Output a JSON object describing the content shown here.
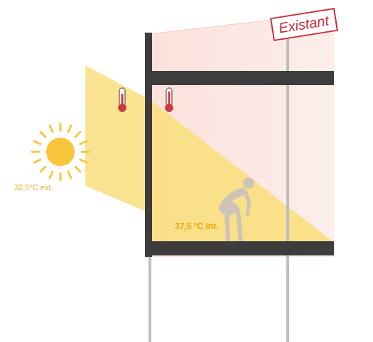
{
  "diagram": {
    "nodes": [
      {
        "text": [
          "Existant"
        ]
      }
    ],
    "labels": [
      "32,5°C ext.",
      "37,5 °C int."
    ]
  }
}
